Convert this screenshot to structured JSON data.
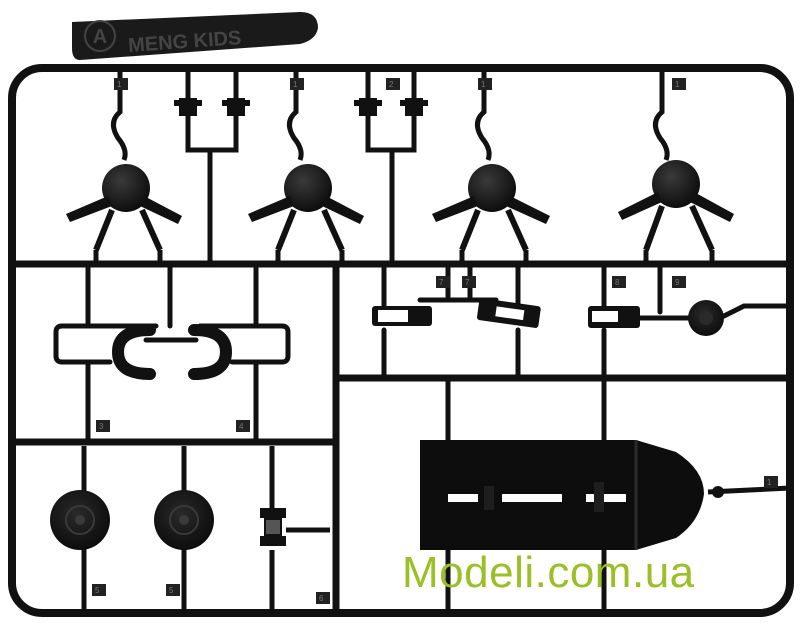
{
  "brand": {
    "logo_letter": "A",
    "logo_text": "MENG KIDS"
  },
  "part_numbers": [
    "1",
    "1",
    "2",
    "1",
    "1",
    "7",
    "7",
    "8",
    "9",
    "3",
    "4",
    "5",
    "5",
    "6",
    "1"
  ],
  "watermark": "Modeli.com.ua",
  "colors": {
    "background": "#ffffff",
    "plastic": "#111111",
    "plastic_highlight": "#3a3a3a",
    "watermark": "#9bbf27"
  }
}
